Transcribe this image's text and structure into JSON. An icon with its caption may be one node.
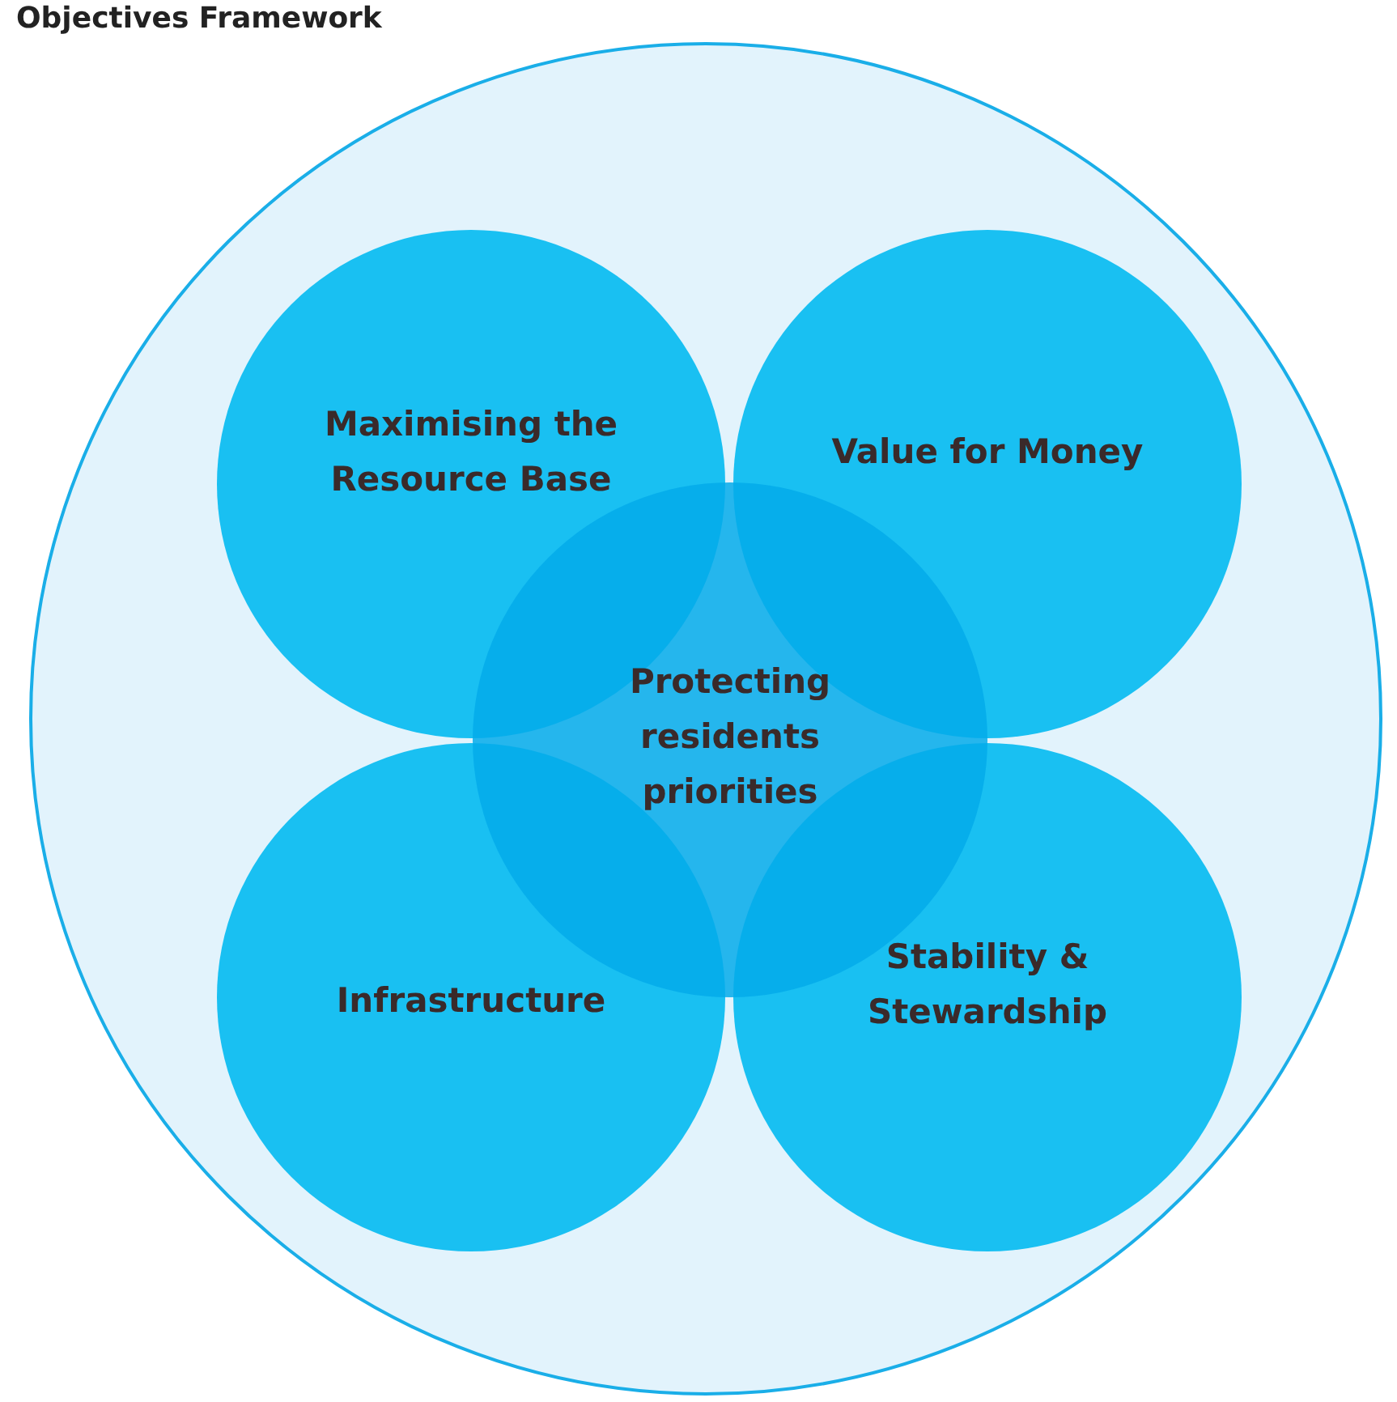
{
  "diagram": {
    "title": "Objectives Framework",
    "nodes": [
      {
        "text": [],
        "shape": "circle"
      },
      {
        "text": [
          "Maximising the Resource Base"
        ],
        "in": 0
      },
      {
        "text": [
          "Value for Money"
        ],
        "in": 0
      },
      {
        "text": [
          "Infrastructure"
        ],
        "in": 0
      },
      {
        "text": [
          "Stability & Stewardship"
        ],
        "in": 0
      },
      {
        "text": [
          "Protecting residents priorities"
        ],
        "in": 0
      }
    ]
  }
}
